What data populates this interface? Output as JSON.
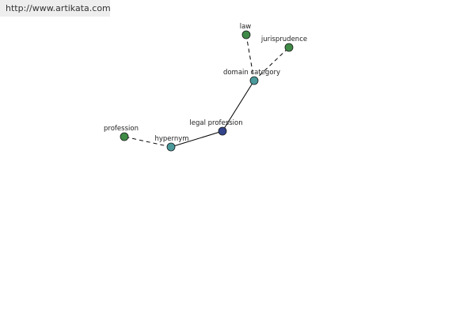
{
  "site": {
    "url": "http://www.artikata.com"
  },
  "graph": {
    "colors": {
      "central": "#33448a",
      "relation": "#4a9a9c",
      "term": "#3f8a46",
      "edge": "#000000"
    },
    "nodes": [
      {
        "id": "legal_profession",
        "label": "legal profession",
        "kind": "central"
      },
      {
        "id": "hypernym",
        "label": "hypernym",
        "kind": "relation"
      },
      {
        "id": "domain_category",
        "label": "domain category",
        "kind": "relation"
      },
      {
        "id": "profession",
        "label": "profession",
        "kind": "term"
      },
      {
        "id": "law",
        "label": "law",
        "kind": "term"
      },
      {
        "id": "jurisprudence",
        "label": "jurisprudence",
        "kind": "term"
      }
    ],
    "edges": [
      {
        "from": "legal_profession",
        "to": "hypernym",
        "style": "solid"
      },
      {
        "from": "legal_profession",
        "to": "domain_category",
        "style": "solid"
      },
      {
        "from": "hypernym",
        "to": "profession",
        "style": "dashed"
      },
      {
        "from": "domain_category",
        "to": "law",
        "style": "dashed"
      },
      {
        "from": "domain_category",
        "to": "jurisprudence",
        "style": "dashed"
      }
    ]
  }
}
